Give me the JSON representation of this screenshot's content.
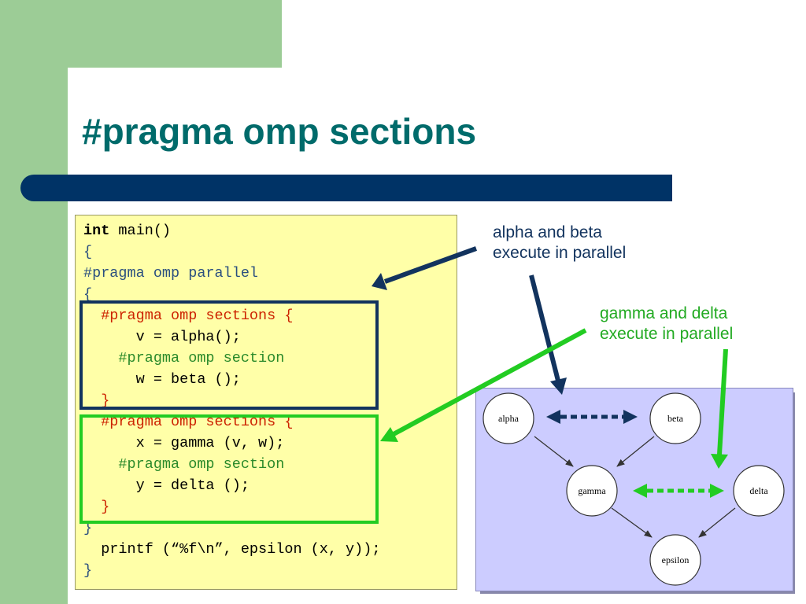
{
  "slide": {
    "title": "#pragma omp sections",
    "colors": {
      "title": "#006b6b",
      "title_bar": "#003366",
      "accent_green": "#9ccc96",
      "code_background": "#ffffa8",
      "diagram_background": "#ccccff",
      "navy_highlight": "#12335e",
      "green_highlight": "#22cc22"
    }
  },
  "code": {
    "lines": [
      {
        "keyword": "int",
        "text": " main()",
        "color": "black"
      },
      {
        "text": "{",
        "color": "blue"
      },
      {
        "text": "#pragma omp parallel",
        "color": "blue"
      },
      {
        "text": "{",
        "color": "blue"
      },
      {
        "text": "  #pragma omp sections {",
        "color": "red"
      },
      {
        "text": "      v = alpha();",
        "color": "black"
      },
      {
        "text": "    #pragma omp section",
        "color": "green"
      },
      {
        "text": "      w = beta ();",
        "color": "black"
      },
      {
        "text": "  }",
        "color": "red"
      },
      {
        "text": "  #pragma omp sections {",
        "color": "red"
      },
      {
        "text": "      x = gamma (v, w);",
        "color": "black"
      },
      {
        "text": "    #pragma omp section",
        "color": "green"
      },
      {
        "text": "      y = delta ();",
        "color": "black"
      },
      {
        "text": "  }",
        "color": "red"
      },
      {
        "text": "}",
        "color": "blue"
      },
      {
        "text": "  printf (“%f\\n”, epsilon (x, y));",
        "color": "black"
      },
      {
        "text": "}",
        "color": "blue"
      }
    ]
  },
  "annotations": {
    "alpha_beta": {
      "line1": "alpha and beta",
      "line2": "execute in parallel"
    },
    "gamma_delta": {
      "line1": "gamma and delta",
      "line2": "execute in parallel"
    }
  },
  "diagram": {
    "nodes": [
      {
        "id": "alpha",
        "label": "alpha"
      },
      {
        "id": "beta",
        "label": "beta"
      },
      {
        "id": "gamma",
        "label": "gamma"
      },
      {
        "id": "delta",
        "label": "delta"
      },
      {
        "id": "epsilon",
        "label": "epsilon"
      }
    ],
    "edges": [
      {
        "from": "alpha",
        "to": "gamma"
      },
      {
        "from": "beta",
        "to": "gamma"
      },
      {
        "from": "gamma",
        "to": "epsilon"
      },
      {
        "from": "delta",
        "to": "epsilon"
      }
    ],
    "parallel_pairs": [
      {
        "a": "alpha",
        "b": "beta",
        "color": "navy"
      },
      {
        "a": "gamma",
        "b": "delta",
        "color": "green"
      }
    ]
  }
}
